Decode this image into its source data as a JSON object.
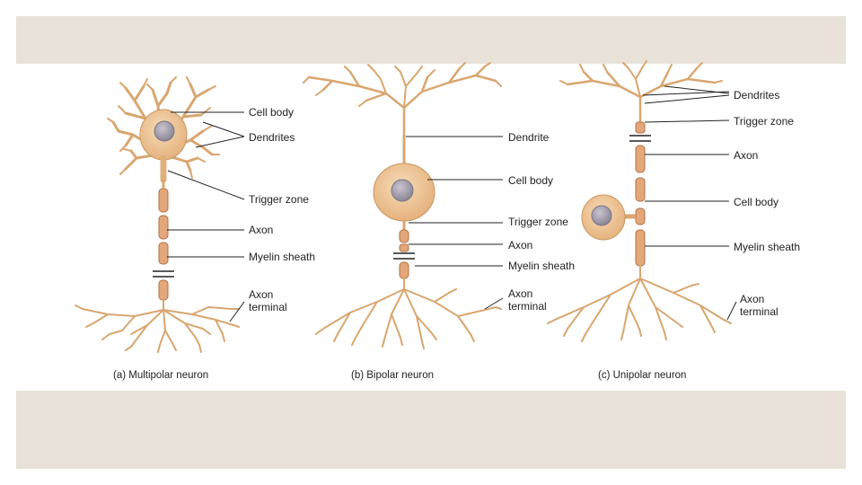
{
  "colors": {
    "background_band": "#e8e2d8",
    "figure_background": "#ffffff",
    "neuron_fill": "#f0cfa4",
    "neuron_stroke": "#c9965f",
    "myelin_fill": "#e3a77a",
    "myelin_stroke": "#b07246",
    "nucleus_fill": "#9e9aa8",
    "label_color": "#222222"
  },
  "neurons": [
    {
      "caption": "(a) Multipolar neuron",
      "labels": {
        "cell_body": "Cell body",
        "dendrites": "Dendrites",
        "trigger_zone": "Trigger zone",
        "axon": "Axon",
        "myelin_sheath": "Myelin sheath",
        "axon_terminal_line1": "Axon",
        "axon_terminal_line2": "terminal"
      }
    },
    {
      "caption": "(b) Bipolar neuron",
      "labels": {
        "dendrite": "Dendrite",
        "cell_body": "Cell body",
        "trigger_zone": "Trigger zone",
        "axon": "Axon",
        "myelin_sheath": "Myelin sheath",
        "axon_terminal_line1": "Axon",
        "axon_terminal_line2": "terminal"
      }
    },
    {
      "caption": "(c) Unipolar neuron",
      "labels": {
        "dendrites": "Dendrites",
        "trigger_zone": "Trigger zone",
        "axon": "Axon",
        "cell_body": "Cell body",
        "myelin_sheath": "Myelin sheath",
        "axon_terminal_line1": "Axon",
        "axon_terminal_line2": "terminal"
      }
    }
  ]
}
